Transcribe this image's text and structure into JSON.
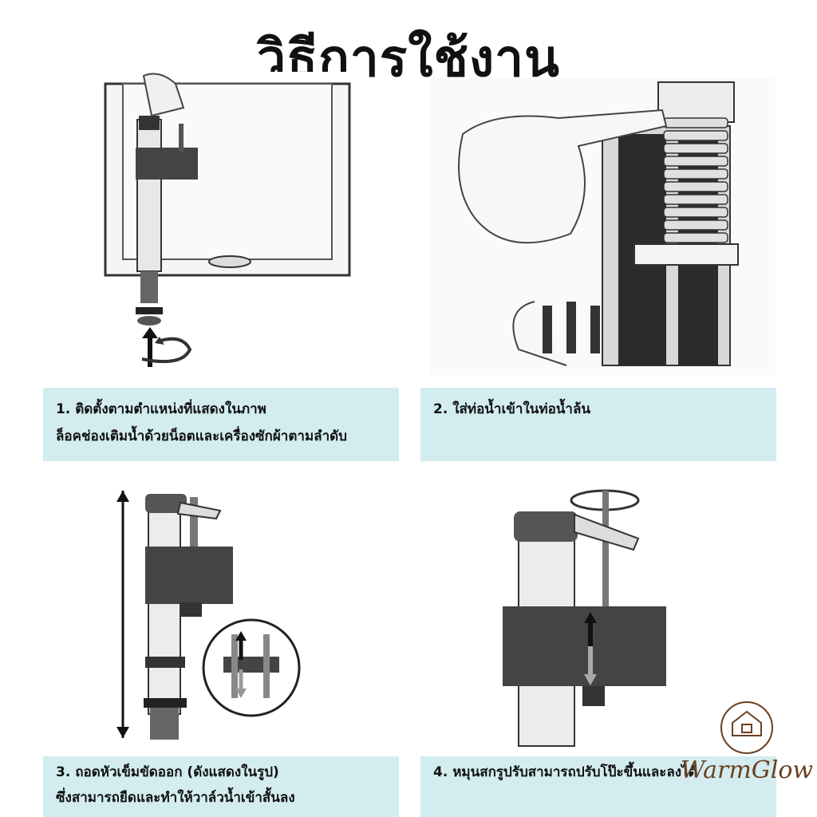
{
  "page": {
    "title": "วิธีการใช้งาน"
  },
  "steps": [
    {
      "line1": "1. ติดตั้งตามตำแหน่งที่แสดงในภาพ",
      "line2": "ล็อคช่องเติมน้ำด้วยน็อตและเครื่องซักผ้าตามลำดับ"
    },
    {
      "line1": "2. ใส่ท่อน้ำเข้าในท่อน้ำล้น",
      "line2": ""
    },
    {
      "line1": "3. ถอดหัวเข็มขัดออก (ดังแสดงในรูป)",
      "line2": "ซึ่งสามารถยืดและทำให้วาล์วน้ำเข้าสั้นลง"
    },
    {
      "line1": "4. หมุนสกรูปรับสามารถปรับโป๊ะขึ้นและลงได้",
      "line2": ""
    }
  ],
  "brand": {
    "name": "WarmGlow",
    "color": "#6b3f22"
  }
}
